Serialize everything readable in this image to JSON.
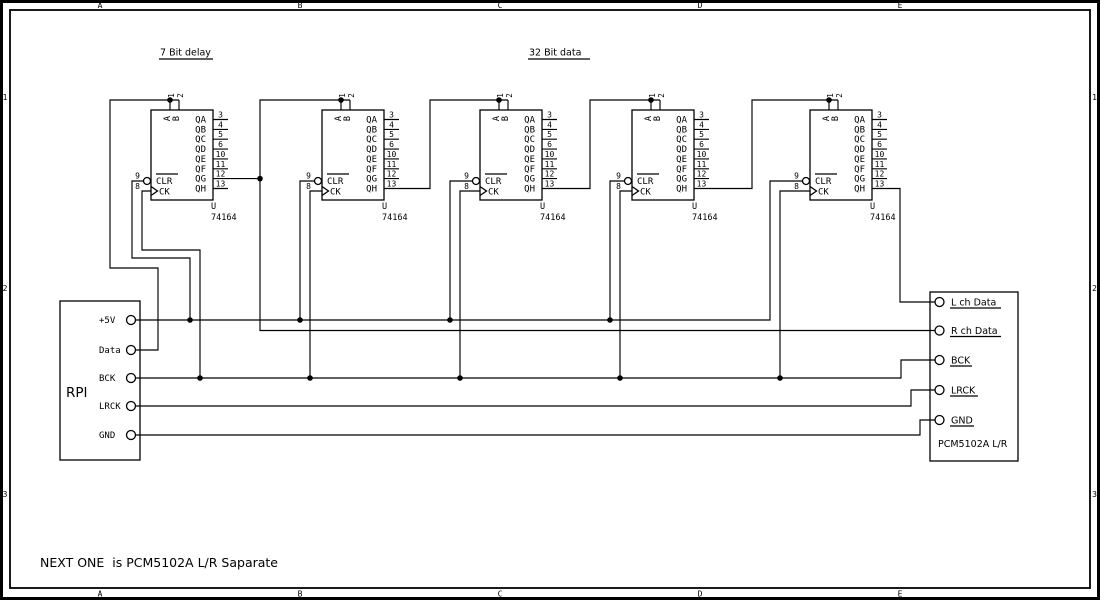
{
  "frame": {
    "columns": [
      "A",
      "B",
      "C",
      "D",
      "E"
    ],
    "rows": [
      "1",
      "2",
      "3"
    ]
  },
  "labels": {
    "delay": "7 Bit delay",
    "data_width": "32 Bit data",
    "note": "NEXT ONE  is PCM5102A L/R Saparate"
  },
  "rpi": {
    "title": "RPI",
    "pins": [
      "+5V",
      "Data",
      "BCK",
      "LRCK",
      "GND"
    ]
  },
  "dac": {
    "title": "PCM5102A L/R",
    "pins": [
      "L ch Data",
      "R ch Data",
      "BCK",
      "LRCK",
      "GND"
    ]
  },
  "shift_register": {
    "refdes": "U",
    "part": "74164",
    "top_pin_names": [
      "A",
      "B"
    ],
    "top_pin_numbers": [
      "1",
      "2"
    ],
    "output_names": [
      "QA",
      "QB",
      "QC",
      "QD",
      "QE",
      "QF",
      "QG",
      "QH"
    ],
    "output_numbers": [
      "3",
      "4",
      "5",
      "6",
      "10",
      "11",
      "12",
      "13"
    ],
    "clr_name": "CLR",
    "clr_number": "9",
    "ck_name": "CK",
    "ck_number": "8",
    "instances_x": [
      151,
      322,
      480,
      632,
      810
    ]
  }
}
